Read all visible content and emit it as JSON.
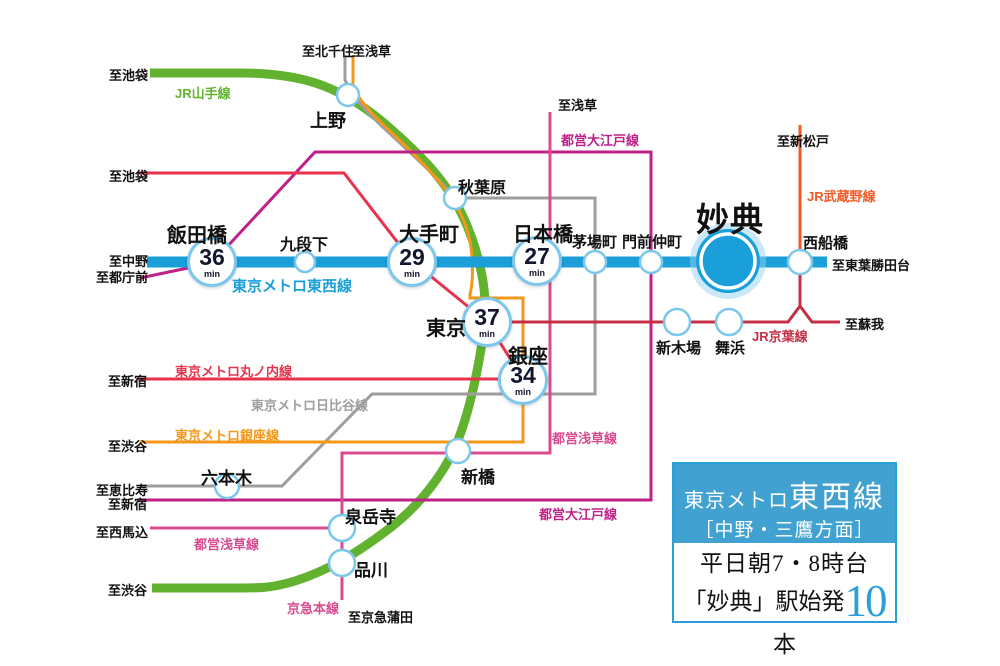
{
  "lines": {
    "tozai": {
      "label": "東京メトロ東西線",
      "color": "#1a9fd9"
    },
    "yamanote": {
      "label": "JR山手線",
      "color": "#62b22f"
    },
    "marunouchi": {
      "label": "東京メトロ丸ノ内線",
      "color": "#e7334d"
    },
    "hibiya": {
      "label": "東京メトロ日比谷線",
      "color": "#9e9e9f"
    },
    "ginza": {
      "label": "東京メトロ銀座線",
      "color": "#f3981b"
    },
    "oedo": {
      "label": "都営大江戸線",
      "color": "#bf2189"
    },
    "asakusa": {
      "label": "都営浅草線",
      "color": "#d94b90"
    },
    "keikyu": {
      "label": "京急本線",
      "color": "#d94b90"
    },
    "musashino": {
      "label": "JR武蔵野線",
      "color": "#f15a24"
    },
    "keiyo": {
      "label": "JR京葉線",
      "color": "#c33045"
    }
  },
  "stations": {
    "ueno": "上野",
    "akihabara": "秋葉原",
    "iidabashi": "飯田橋",
    "kudanshita": "九段下",
    "otemachi": "大手町",
    "nihombashi": "日本橋",
    "kayabacho": "茅場町",
    "monzennakacho": "門前仲町",
    "myoden": "妙典",
    "nishifunabashi": "西船橋",
    "tokyo": "東京",
    "ginza": "銀座",
    "shimbashi": "新橋",
    "roppongi": "六本木",
    "sengakuji": "泉岳寺",
    "shinagawa": "品川",
    "shinkiba": "新木場",
    "maihama": "舞浜"
  },
  "travel_times": {
    "iidabashi": {
      "minutes": "36",
      "unit": "min"
    },
    "otemachi": {
      "minutes": "29",
      "unit": "min"
    },
    "nihombashi": {
      "minutes": "27",
      "unit": "min"
    },
    "tokyo": {
      "minutes": "37",
      "unit": "min"
    },
    "ginza": {
      "minutes": "34",
      "unit": "min"
    }
  },
  "endpoints": {
    "ikebukuro_yamanote": "至池袋",
    "ikebukuro_marunouchi": "至池袋",
    "kita_senju": "至北千住",
    "asakusa_ginza": "至浅草",
    "asakusa_toei": "至浅草",
    "nakano": "至中野",
    "tochomae": "至都庁前",
    "shin_matsudo": "至新松戸",
    "toyo_katsutadai": "至東葉勝田台",
    "soga": "至蘇我",
    "shinjuku_marunouchi": "至新宿",
    "shibuya_ginza": "至渋谷",
    "ebisu": "至恵比寿",
    "shinjuku_oedo": "至新宿",
    "nishi_magome": "至西馬込",
    "shibuya_yamanote": "至渋谷",
    "keikyu_kamata": "至京急蒲田"
  },
  "legend": {
    "operator": "東京メトロ",
    "line_name": "東西線",
    "direction": "［中野・三鷹方面］",
    "schedule": "平日朝7・8時台",
    "service_prefix": "「妙典」駅始発",
    "service_count": "10",
    "service_suffix": "本"
  }
}
